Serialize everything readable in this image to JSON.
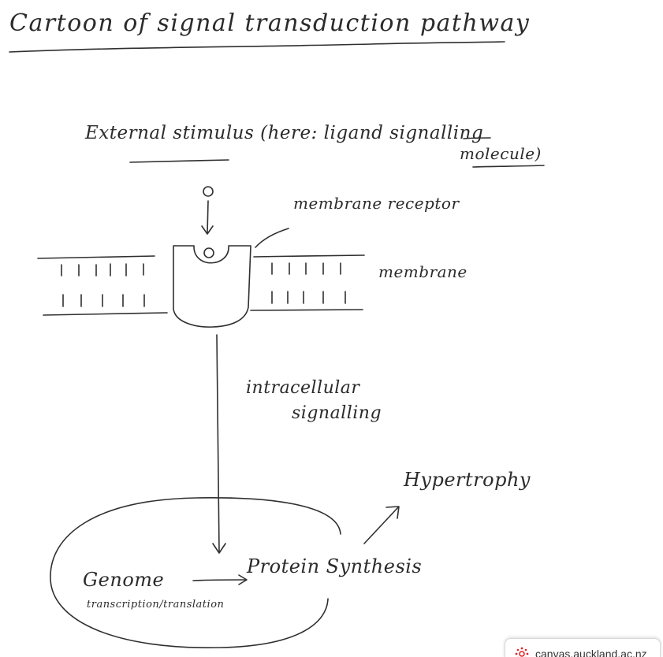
{
  "diagram": {
    "title": "Cartoon of signal transduction pathway",
    "stimulus_line1": "External stimulus (here: ligand signalling",
    "stimulus_line2": "molecule)",
    "receptor_label": "membrane receptor",
    "membrane_label": "membrane",
    "intracellular_line1": "intracellular",
    "intracellular_line2": "signalling",
    "hypertrophy_label": "Hypertrophy",
    "genome_label": "Genome",
    "protein_label": "Protein Synthesis",
    "process_label": "transcription/translation"
  },
  "toast": {
    "text": "canvas.auckland.ac.nz",
    "icon": "canvas-logo-icon",
    "accent_color": "#e0262b"
  },
  "colors": {
    "ink": "#2f2f2f",
    "background": "#ffffff"
  }
}
